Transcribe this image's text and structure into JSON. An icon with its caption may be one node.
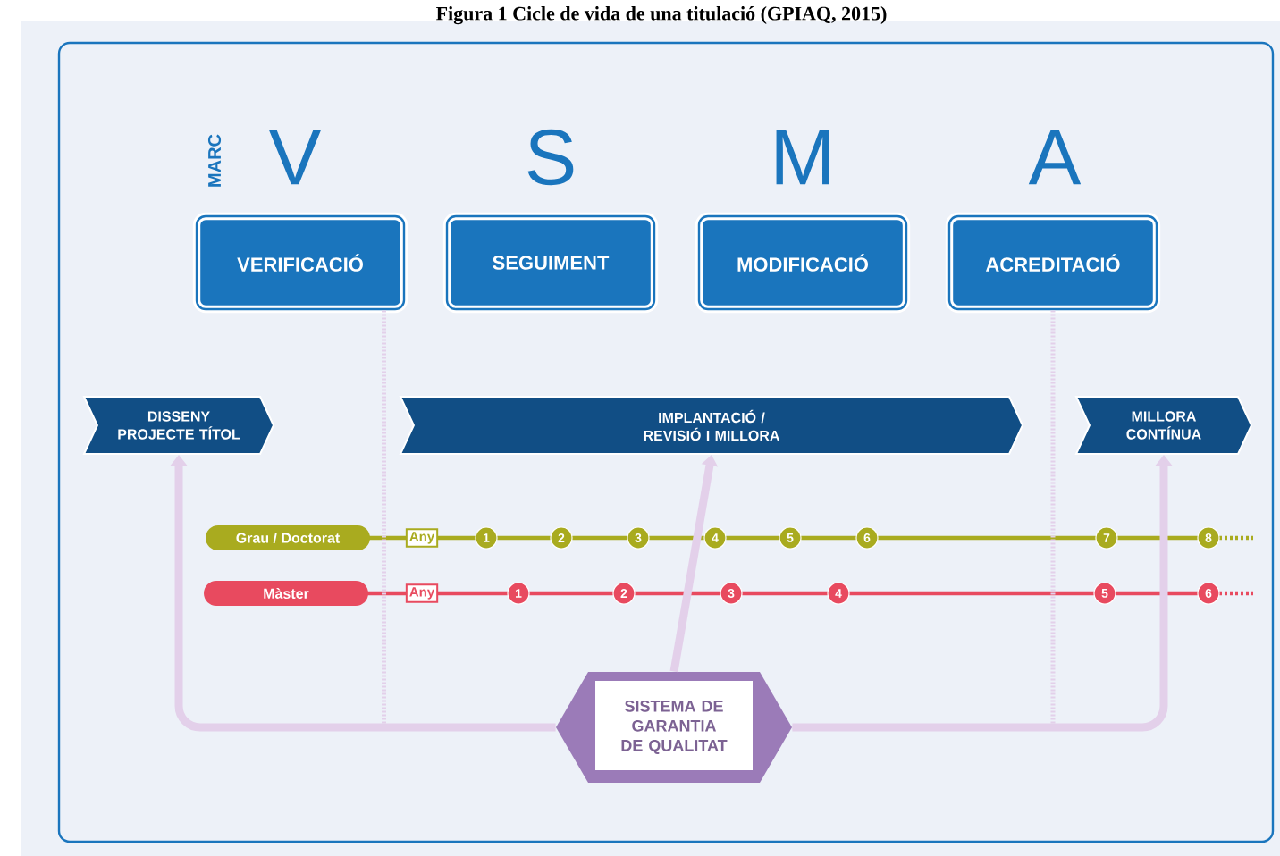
{
  "diagram": {
    "title": "Figura 1 Cicle de vida de una titulació (GPIAQ, 2015)",
    "nodes": [
      {
        "text": [
          "VERIFICACIÓ"
        ]
      },
      {
        "text": [
          "SEGUIMENT"
        ]
      },
      {
        "text": [
          "MODIFICACIÓ"
        ]
      },
      {
        "text": [
          "ACREDITACIÓ"
        ]
      },
      {
        "text": [
          "DISSENY PROJECTE TÍTOL"
        ]
      },
      {
        "text": [
          "IMPLANTACIÓ / REVISIÓ I MILLORA"
        ]
      },
      {
        "text": [
          "MILLORA CONTÍNUA"
        ]
      },
      {
        "text": [
          "Grau / Doctorat"
        ]
      },
      {
        "text": [
          "Màster"
        ]
      },
      {
        "text": [
          "SISTEMA DE GARANTIA DE QUALITAT"
        ]
      }
    ],
    "edges": [
      {
        "from": 9,
        "to": 4,
        "arrow": "to"
      },
      {
        "from": 9,
        "to": 5,
        "arrow": "to"
      },
      {
        "from": 9,
        "to": 6,
        "arrow": "to"
      },
      {
        "from": 0,
        "to": 9,
        "arrow": "none",
        "style": "dashed"
      },
      {
        "from": 3,
        "to": 9,
        "arrow": "none",
        "style": "dashed"
      }
    ],
    "labels": [
      "MARC",
      "V",
      "S",
      "M",
      "A",
      "Any",
      "1",
      "2",
      "3",
      "4",
      "5",
      "6",
      "7",
      "8",
      "Any",
      "1",
      "2",
      "3",
      "4",
      "5",
      "6"
    ]
  }
}
